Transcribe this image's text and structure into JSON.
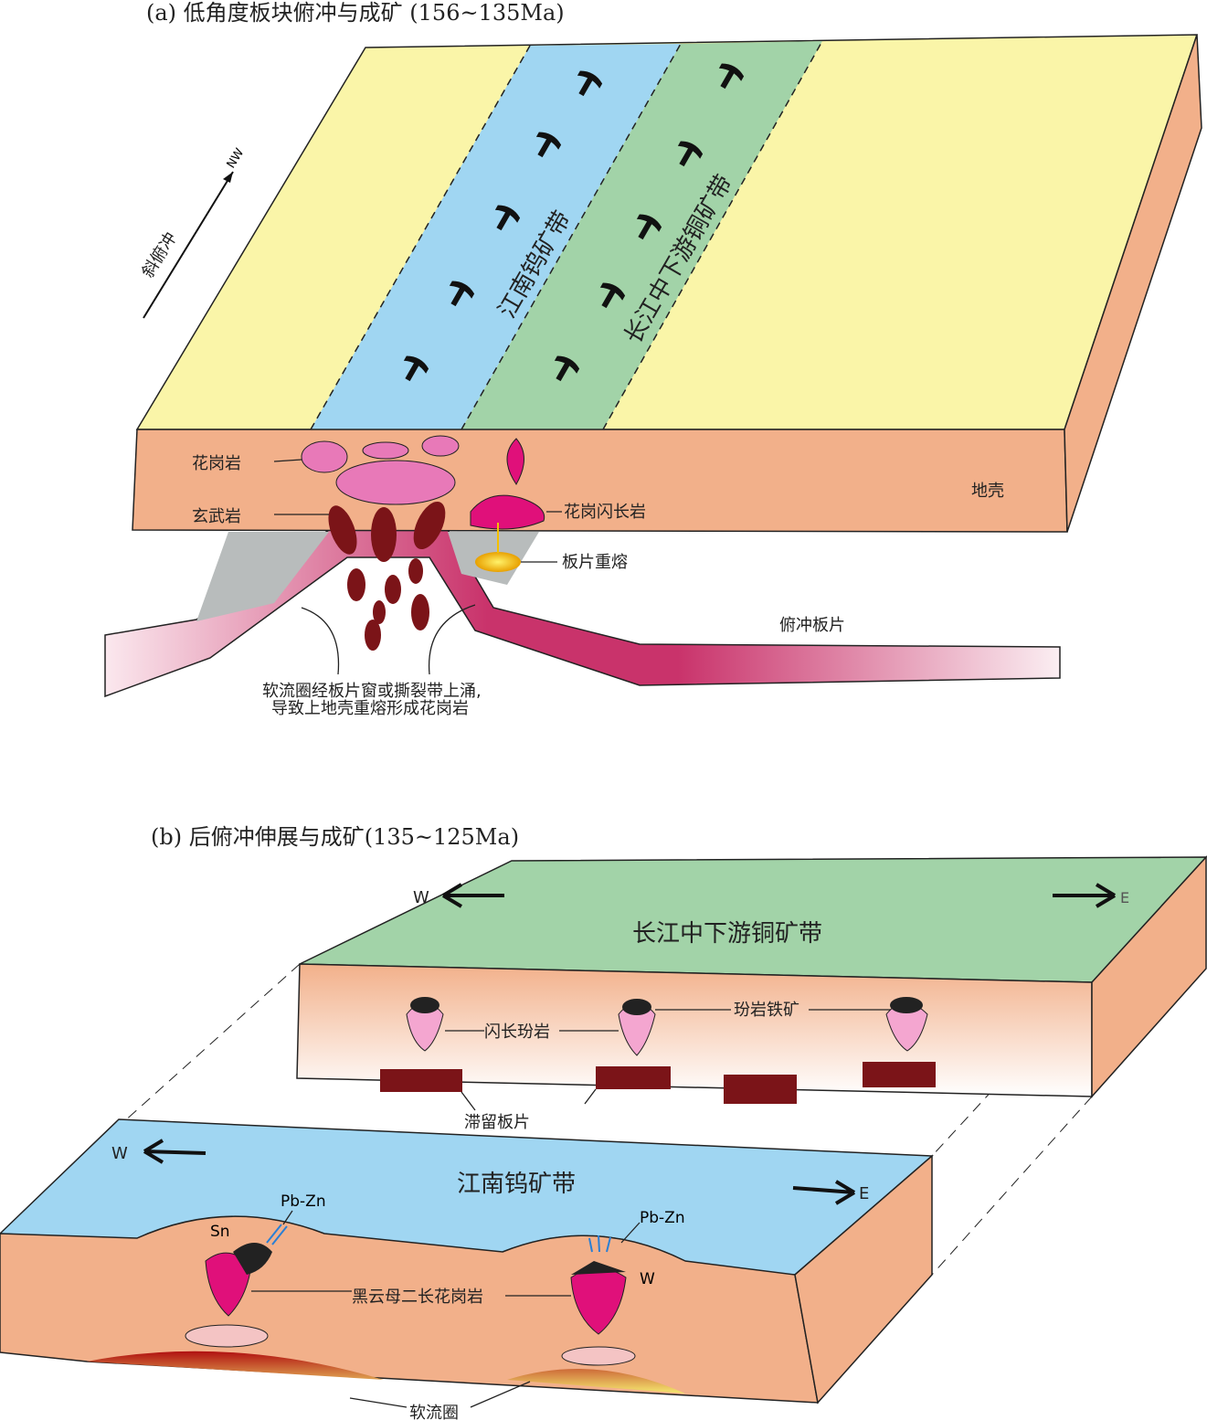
{
  "panel_a": {
    "title": "(a) 低角度板块俯冲与成矿 (156~135Ma)",
    "direction_label": "斜俯冲",
    "direction": "NW",
    "belt_jiangnan": "江南钨矿带",
    "belt_yangtze": "长江中下游铜矿带",
    "granite": "花岗岩",
    "basalt": "玄武岩",
    "granodiorite": "花岗闪长岩",
    "crust": "地壳",
    "slab_melting": "板片重熔",
    "subducting_slab": "俯冲板片",
    "caption_line1": "软流圈经板片窗或撕裂带上涌,",
    "caption_line2": "导致上地壳重熔形成花岗岩"
  },
  "panel_b": {
    "title": "(b) 后俯冲伸展与成矿(135~125Ma)",
    "upper_belt": "长江中下游铜矿带",
    "lower_belt": "江南钨矿带",
    "west": "W",
    "east": "E",
    "diorite_porphyrite": "闪长玢岩",
    "porphyrite_iron": "玢岩铁矿",
    "stagnant_slab": "滞留板片",
    "biotite_granite": "黑云母二长花岗岩",
    "pbzn_1": "Pb-Zn",
    "pbzn_2": "Pb-Zn",
    "sn": "Sn",
    "w": "W",
    "asthenosphere": "软流圈"
  },
  "colors": {
    "yellow": "#faf5a8",
    "blue": "#a0d6f2",
    "green": "#a2d3a8",
    "crust": "#f2b08a",
    "magenta": "#e0107a",
    "slab": "#7b1418"
  }
}
